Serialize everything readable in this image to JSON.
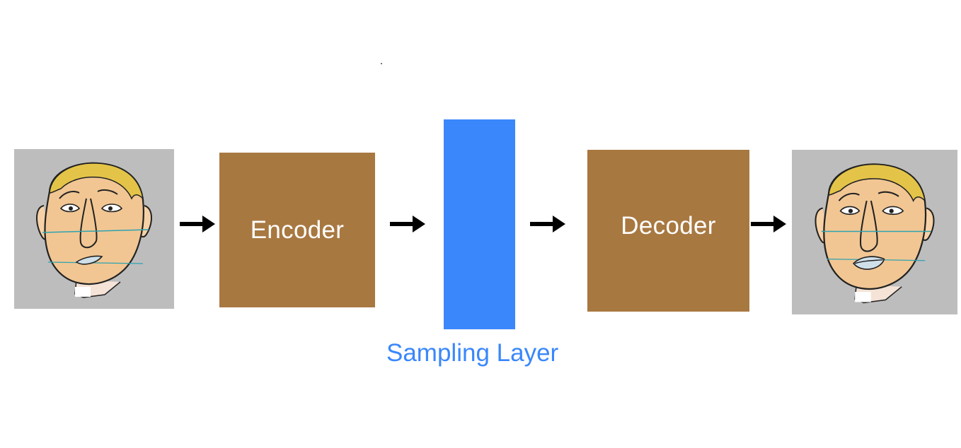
{
  "diagram": {
    "input_image": {
      "icon": "face-drawing-icon"
    },
    "encoder": {
      "label": "Encoder",
      "color": "#a87841"
    },
    "sampling_layer": {
      "caption": "Sampling Layer",
      "color": "#3a87fb"
    },
    "decoder": {
      "label": "Decoder",
      "color": "#a87841"
    },
    "output_image": {
      "icon": "face-drawing-icon"
    },
    "arrows": [
      {
        "from": "input_image",
        "to": "encoder"
      },
      {
        "from": "encoder",
        "to": "sampling_layer"
      },
      {
        "from": "sampling_layer",
        "to": "decoder"
      },
      {
        "from": "decoder",
        "to": "output_image"
      }
    ]
  }
}
